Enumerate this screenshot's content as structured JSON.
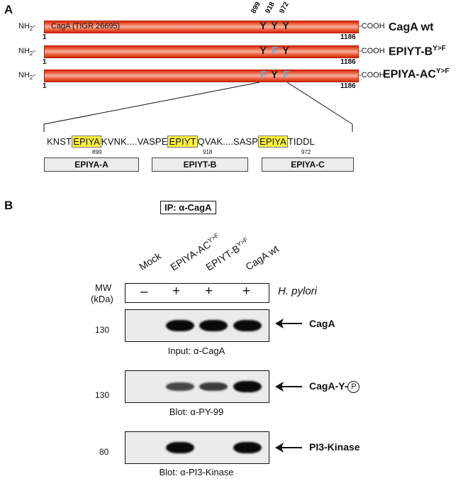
{
  "panel_a": {
    "letter": "A",
    "nh2": "NH",
    "nh2_sub": "2",
    "cooh": "-COOH",
    "start_num": "1",
    "end_num": "1186",
    "pos_labels": [
      "899",
      "918",
      "972"
    ],
    "bar_text": "CagA (TIGR 26695)",
    "constructs": [
      {
        "name": "CagA wt",
        "sup": ""
      },
      {
        "name": "EPIYT-B",
        "sup": "Y>F"
      },
      {
        "name": "EPIYA-AC",
        "sup": "Y>F"
      }
    ],
    "y_letter": "Y",
    "f_letter": "F",
    "sequence": {
      "s1": "KNST",
      "m1": "EPIYA",
      "s2": "KVNK....VASPE",
      "m2": "EPIYT",
      "s3": "QVAK....SASP",
      "m3": "EPIYA",
      "s4": "TIDDL",
      "n1": "899",
      "n2": "918",
      "n3": "972"
    },
    "motif_boxes": [
      "EPIYA-A",
      "EPIYT-B",
      "EPIYA-C"
    ]
  },
  "panel_b": {
    "letter": "B",
    "ip_label": "IP: α-CagA",
    "lanes": [
      {
        "name": "Mock",
        "sup": "",
        "hpylori": "–"
      },
      {
        "name": "EPIYA-AC",
        "sup": "Y>F",
        "hpylori": "+"
      },
      {
        "name": "EPIYT-B",
        "sup": "Y>F",
        "hpylori": "+"
      },
      {
        "name": "CagA wt",
        "sup": "",
        "hpylori": "+"
      }
    ],
    "mw_label": "MW",
    "kda_label": "(kDa)",
    "hpylori_label": "H. pylori",
    "blots": [
      {
        "mw": "130",
        "label": "CagA",
        "caption": "Input: α-CagA",
        "band_levels": [
          0,
          1,
          1,
          1
        ]
      },
      {
        "mw": "130",
        "label": "CagA-Y-",
        "phospho": "P",
        "caption": "Blot: α-PY-99",
        "band_levels": [
          0,
          0.45,
          0.55,
          1
        ]
      },
      {
        "mw": "80",
        "label": "PI3-Kinase",
        "caption": "Blot: α-PI3-Kinase",
        "band_levels": [
          0,
          1,
          0,
          1
        ]
      }
    ]
  }
}
